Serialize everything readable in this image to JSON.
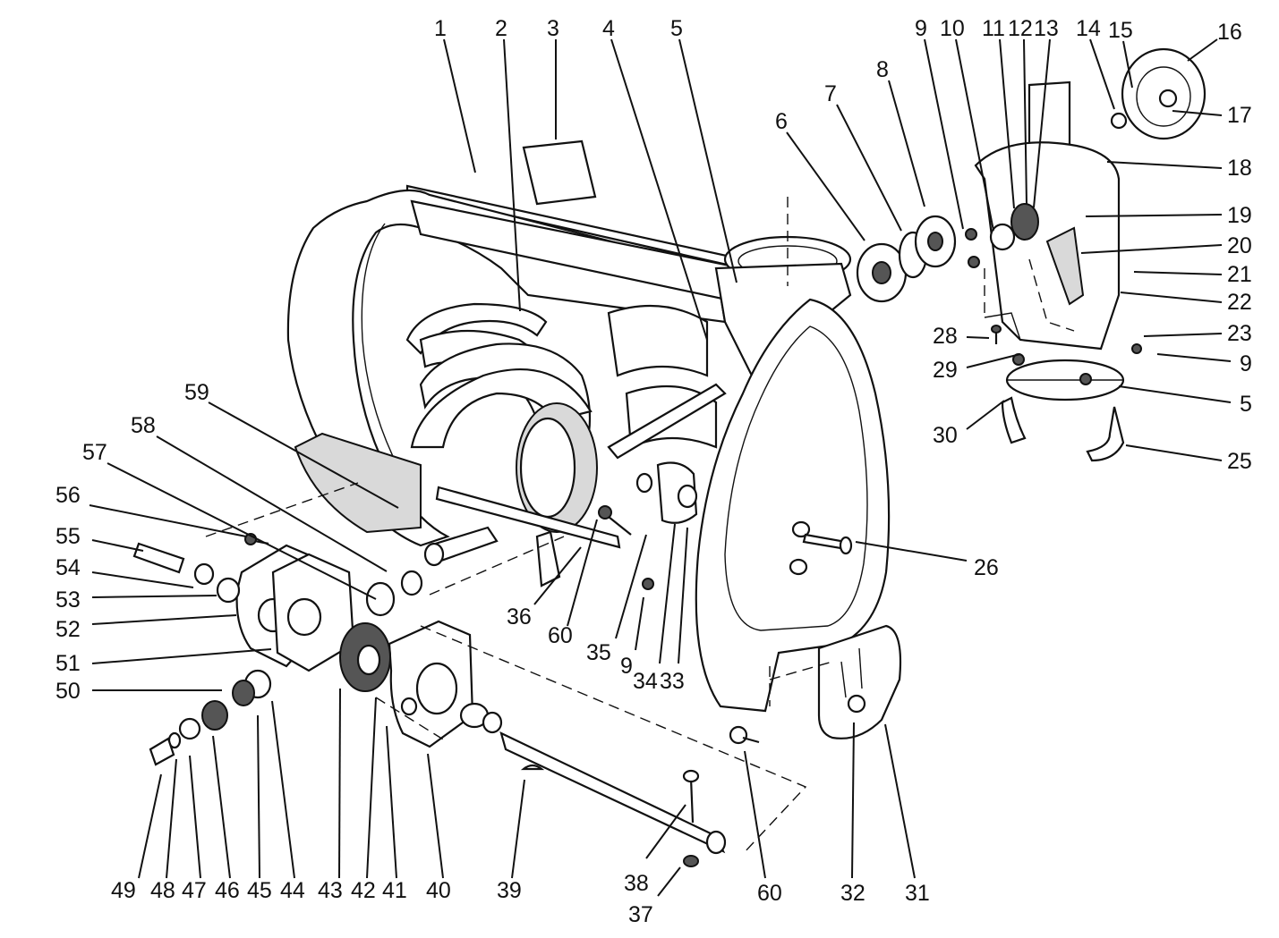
{
  "diagram": {
    "callouts": [
      {
        "id": "c1",
        "text": "1"
      },
      {
        "id": "c2",
        "text": "2"
      },
      {
        "id": "c3",
        "text": "3"
      },
      {
        "id": "c4",
        "text": "4"
      },
      {
        "id": "c5a",
        "text": "5"
      },
      {
        "id": "c6",
        "text": "6"
      },
      {
        "id": "c7",
        "text": "7"
      },
      {
        "id": "c8",
        "text": "8"
      },
      {
        "id": "c9a",
        "text": "9"
      },
      {
        "id": "c10",
        "text": "10"
      },
      {
        "id": "c11",
        "text": "11"
      },
      {
        "id": "c12",
        "text": "12"
      },
      {
        "id": "c13",
        "text": "13"
      },
      {
        "id": "c14",
        "text": "14"
      },
      {
        "id": "c15",
        "text": "15"
      },
      {
        "id": "c16",
        "text": "16"
      },
      {
        "id": "c17",
        "text": "17"
      },
      {
        "id": "c18",
        "text": "18"
      },
      {
        "id": "c19",
        "text": "19"
      },
      {
        "id": "c20",
        "text": "20"
      },
      {
        "id": "c21",
        "text": "21"
      },
      {
        "id": "c22",
        "text": "22"
      },
      {
        "id": "c23",
        "text": "23"
      },
      {
        "id": "c9b",
        "text": "9"
      },
      {
        "id": "c5b",
        "text": "5"
      },
      {
        "id": "c25",
        "text": "25"
      },
      {
        "id": "c28",
        "text": "28"
      },
      {
        "id": "c29",
        "text": "29"
      },
      {
        "id": "c30",
        "text": "30"
      },
      {
        "id": "c26",
        "text": "26"
      },
      {
        "id": "c59",
        "text": "59"
      },
      {
        "id": "c58",
        "text": "58"
      },
      {
        "id": "c57",
        "text": "57"
      },
      {
        "id": "c56",
        "text": "56"
      },
      {
        "id": "c55",
        "text": "55"
      },
      {
        "id": "c54",
        "text": "54"
      },
      {
        "id": "c53",
        "text": "53"
      },
      {
        "id": "c52",
        "text": "52"
      },
      {
        "id": "c51",
        "text": "51"
      },
      {
        "id": "c50",
        "text": "50"
      },
      {
        "id": "c36",
        "text": "36"
      },
      {
        "id": "c60a",
        "text": "60"
      },
      {
        "id": "c35",
        "text": "35"
      },
      {
        "id": "c9c",
        "text": "9"
      },
      {
        "id": "c34",
        "text": "34"
      },
      {
        "id": "c33",
        "text": "33"
      },
      {
        "id": "c49",
        "text": "49"
      },
      {
        "id": "c48",
        "text": "48"
      },
      {
        "id": "c47",
        "text": "47"
      },
      {
        "id": "c46",
        "text": "46"
      },
      {
        "id": "c45",
        "text": "45"
      },
      {
        "id": "c44",
        "text": "44"
      },
      {
        "id": "c43",
        "text": "43"
      },
      {
        "id": "c42",
        "text": "42"
      },
      {
        "id": "c41",
        "text": "41"
      },
      {
        "id": "c40",
        "text": "40"
      },
      {
        "id": "c39",
        "text": "39"
      },
      {
        "id": "c38",
        "text": "38"
      },
      {
        "id": "c37",
        "text": "37"
      },
      {
        "id": "c60b",
        "text": "60"
      },
      {
        "id": "c32",
        "text": "32"
      },
      {
        "id": "c31",
        "text": "31"
      }
    ]
  }
}
